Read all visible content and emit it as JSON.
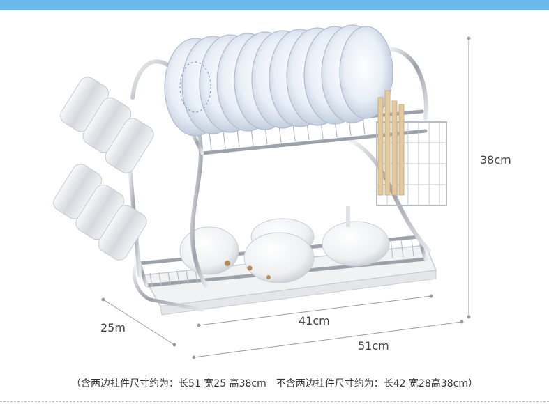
{
  "colors": {
    "top_bar": "#69b9ea",
    "chrome": "#c9ccd2",
    "dim_line": "#9a9a9a"
  },
  "dimensions": {
    "height": "38cm",
    "depth": "25m",
    "inner_length": "41cm",
    "outer_length": "51cm"
  },
  "caption": "（含两边挂件尺寸约为：长51 宽25 高38cm　不含两边挂件尺寸约为：长42 宽28高38cm）"
}
